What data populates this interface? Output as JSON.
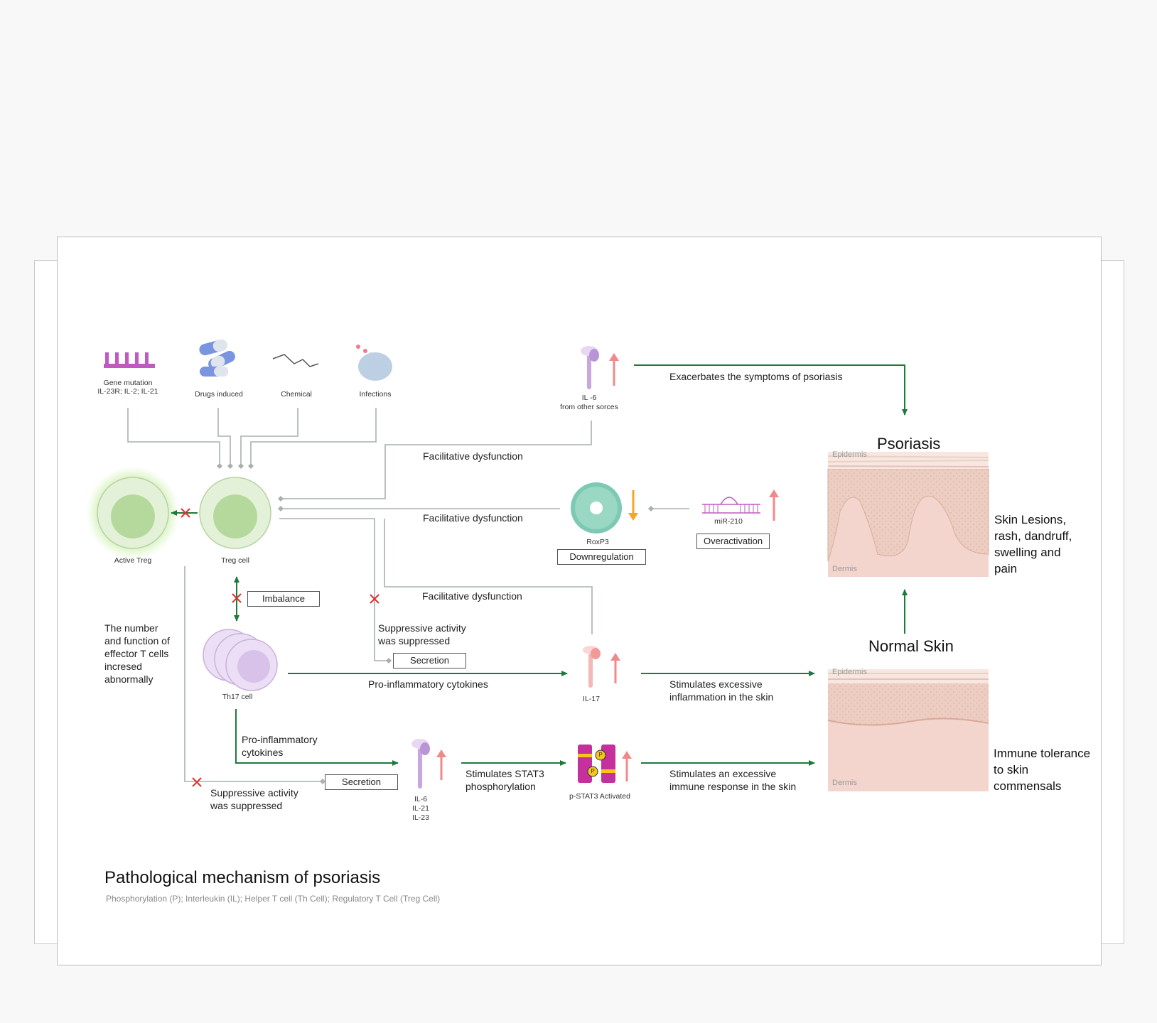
{
  "title": "Pathological mechanism of psoriasis",
  "subtitle": "Phosphorylation (P); Interleukin (IL); Helper T cell (Th Cell); Regulatory T Cell (Treg Cell)",
  "triggers": {
    "gene_mutation": "Gene mutation",
    "gene_list": "IL-23R; IL-2; IL-21",
    "drugs": "Drugs induced",
    "chemical": "Chemical",
    "infections": "Infections"
  },
  "cells": {
    "active_treg": "Active Treg",
    "treg": "Treg cell",
    "th17": "Th17 cell"
  },
  "molecules": {
    "il6_top": "IL -6",
    "il6_top_sub": "from other sorces",
    "roxp3": "RoxP3",
    "mir210": "miR-210",
    "il17": "IL-17",
    "il6": "IL-6",
    "il21": "IL-21",
    "il23": "IL-23",
    "pstat3": "p-STAT3 Activated",
    "p": "P"
  },
  "boxes": {
    "downregulation": "Downregulation",
    "overactivation": "Overactivation",
    "imbalance": "Imbalance",
    "secretion1": "Secretion",
    "secretion2": "Secretion"
  },
  "labels": {
    "exacerbates": "Exacerbates the symptoms of psoriasis",
    "facil1": "Facilitative dysfunction",
    "facil2": "Facilitative dysfunction",
    "facil3": "Facilitative dysfunction",
    "suppressive1": "Suppressive activity was suppressed",
    "pro_inflam1": "Pro-inflammatory cytokines",
    "pro_inflam2": "Pro-inflammatory cytokines",
    "suppressive2": "Suppressive activity was suppressed",
    "stat3": "Stimulates STAT3 phosphorylation",
    "stim_inflam": "Stimulates excessive inflammation in the skin",
    "stim_immune": "Stimulates an excessive immune response in the skin",
    "effector": "The number and function of effector T cells incresed abnormally"
  },
  "skin": {
    "psoriasis_title": "Psoriasis",
    "normal_title": "Normal Skin",
    "epidermis1": "Epidermis",
    "dermis1": "Dermis",
    "epidermis2": "Epidermis",
    "dermis2": "Dermis",
    "psoriasis_desc": "Skin Lesions, rash, dandruff, swelling and pain",
    "normal_desc": "Immune tolerance to skin commensals"
  },
  "colors": {
    "green_arrow": "#1e7a3c",
    "grey_line": "#a8b0b0",
    "red_x": "#e03030",
    "up_arrow": "#f08a8a",
    "down_arrow": "#f5a623",
    "treg_fill": "#b5d99c",
    "th17_fill": "#d8c2ea",
    "gene_bar": "#c05ac0",
    "roxp3_fill": "#7ec9b4",
    "skin_dermis": "#f3d5cd",
    "skin_epidermis": "#e7c3b4"
  }
}
